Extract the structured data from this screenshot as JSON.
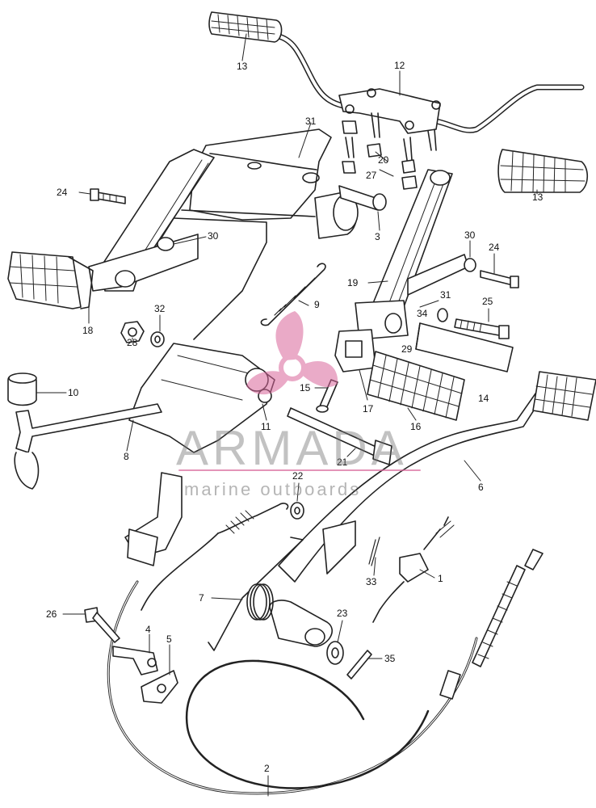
{
  "watermark": {
    "title": "ARMADA",
    "subtitle": "marine outboards",
    "accent_color": "#d9669a"
  },
  "callouts": [
    "13",
    "12",
    "31",
    "20",
    "27",
    "13",
    "24",
    "3",
    "30",
    "30",
    "24",
    "19",
    "18",
    "32",
    "9",
    "31",
    "25",
    "34",
    "28",
    "29",
    "14",
    "10",
    "15",
    "17",
    "16",
    "11",
    "8",
    "21",
    "6",
    "22",
    "33",
    "1",
    "7",
    "23",
    "26",
    "4",
    "5",
    "35",
    "2"
  ],
  "icons": [
    "watermark-propeller-logo"
  ]
}
